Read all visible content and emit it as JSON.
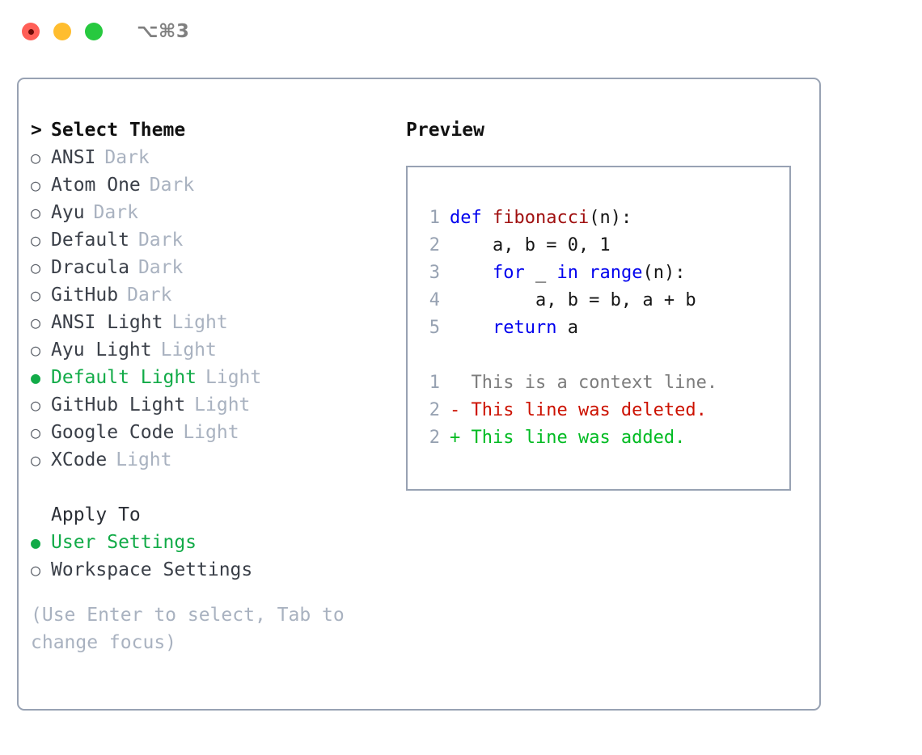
{
  "window": {
    "shortcut": "⌥⌘3",
    "traffic_lights": [
      "close-button",
      "minimize-button",
      "maximize-button"
    ]
  },
  "theme_selector": {
    "header_marker": ">",
    "header": "Select Theme",
    "marker_unselected": "○",
    "marker_selected": "●",
    "items": [
      {
        "name": "ANSI",
        "category": "Dark",
        "selected": false
      },
      {
        "name": "Atom One",
        "category": "Dark",
        "selected": false
      },
      {
        "name": "Ayu",
        "category": "Dark",
        "selected": false
      },
      {
        "name": "Default",
        "category": "Dark",
        "selected": false
      },
      {
        "name": "Dracula",
        "category": "Dark",
        "selected": false
      },
      {
        "name": "GitHub",
        "category": "Dark",
        "selected": false
      },
      {
        "name": "ANSI Light",
        "category": "Light",
        "selected": false
      },
      {
        "name": "Ayu Light",
        "category": "Light",
        "selected": false
      },
      {
        "name": "Default Light",
        "category": "Light",
        "selected": true
      },
      {
        "name": "GitHub Light",
        "category": "Light",
        "selected": false
      },
      {
        "name": "Google Code",
        "category": "Light",
        "selected": false
      },
      {
        "name": "XCode",
        "category": "Light",
        "selected": false
      }
    ]
  },
  "apply_to": {
    "title": "Apply To",
    "options": [
      {
        "name": "User Settings",
        "selected": true
      },
      {
        "name": "Workspace Settings",
        "selected": false
      }
    ]
  },
  "help": {
    "line1": "(Use Enter to select, Tab to",
    "line2": "change focus)"
  },
  "preview": {
    "title": "Preview",
    "code_lines": [
      {
        "number": "1",
        "tokens": [
          {
            "text": "def ",
            "type": "kw"
          },
          {
            "text": "fibonacci",
            "type": "fn"
          },
          {
            "text": "(n):",
            "type": "plain"
          }
        ]
      },
      {
        "number": "2",
        "tokens": [
          {
            "text": "    a, b = 0, 1",
            "type": "plain"
          }
        ]
      },
      {
        "number": "3",
        "tokens": [
          {
            "text": "    ",
            "type": "plain"
          },
          {
            "text": "for",
            "type": "kw"
          },
          {
            "text": " _ ",
            "type": "plain"
          },
          {
            "text": "in",
            "type": "kw"
          },
          {
            "text": " ",
            "type": "plain"
          },
          {
            "text": "range",
            "type": "kw"
          },
          {
            "text": "(n):",
            "type": "plain"
          }
        ]
      },
      {
        "number": "4",
        "tokens": [
          {
            "text": "        a, b = b, a + b",
            "type": "plain"
          }
        ]
      },
      {
        "number": "5",
        "tokens": [
          {
            "text": "    ",
            "type": "plain"
          },
          {
            "text": "return",
            "type": "kw"
          },
          {
            "text": " a",
            "type": "plain"
          }
        ]
      }
    ],
    "diff_lines": [
      {
        "number": "1",
        "sign": "  ",
        "text": "This is a context line.",
        "kind": "context"
      },
      {
        "number": "2",
        "sign": "- ",
        "text": "This line was deleted.",
        "kind": "del"
      },
      {
        "number": "2",
        "sign": "+ ",
        "text": "This line was added.",
        "kind": "add"
      }
    ]
  },
  "colors": {
    "accent_green": "#12ab48",
    "diff_add": "#00bb22",
    "diff_del": "#cc1100",
    "keyword_blue": "#0000ee",
    "function_red": "#a01010",
    "muted_gray": "#a9b2c0",
    "border": "#98a2b3"
  }
}
